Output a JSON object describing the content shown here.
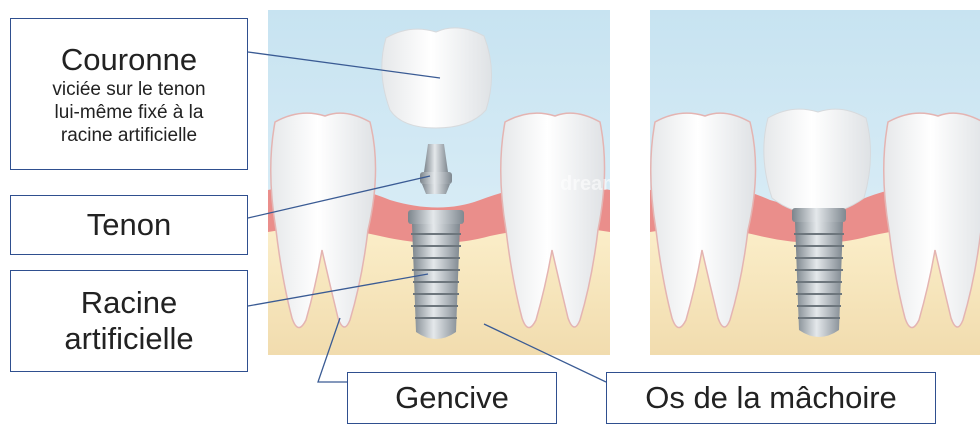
{
  "labels": {
    "couronne_title": "Couronne",
    "couronne_line1": "viciée sur le tenon",
    "couronne_line2": "lui-même fixé à la",
    "couronne_line3": "racine artificielle",
    "tenon": "Tenon",
    "racine_line1": "Racine",
    "racine_line2": "artificielle",
    "gencive": "Gencive",
    "os": "Os de la mâchoire"
  },
  "watermark": "dreamstime.",
  "colors": {
    "background_top": "#cfe8f4",
    "gum": "#e98a87",
    "bone": "#f6e6c1",
    "tooth": "#f4f5f6",
    "implant": "#9aa3a9",
    "box_border": "#2f4f8f",
    "leader_line": "#3a5b94"
  }
}
